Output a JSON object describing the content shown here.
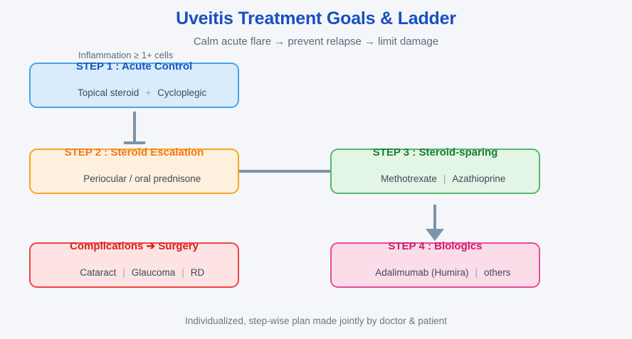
{
  "header": {
    "title": "Uveitis Treatment Goals & Ladder",
    "subtitle": "Calm acute flare → prevent relapse → limit damage"
  },
  "note": {
    "inflammation_label": "Inflammation ≥ 1+ cells"
  },
  "boxes": {
    "step1": {
      "title": "STEP 1 : Acute Control",
      "items": [
        "Topical steroid",
        "Cycloplegic"
      ],
      "separator": "+",
      "fill": "#d9ecfb",
      "border": "#4aa3e8",
      "title_color": "#1558c0"
    },
    "step2": {
      "title": "STEP 2 : Steroid Escalation",
      "items": [
        "Periocular / oral prednisone"
      ],
      "separator": "",
      "fill": "#fdf0dc",
      "border": "#f5a623",
      "title_color": "#f4761b"
    },
    "step3": {
      "title": "STEP 3 : Steroid-sparing",
      "items": [
        "Methotrexate",
        "Azathioprine"
      ],
      "separator": "|",
      "fill": "#e3f5e4",
      "border": "#55b86a",
      "title_color": "#188035"
    },
    "complications": {
      "title": "Complications ➔ Surgery",
      "items": [
        "Cataract",
        "Glaucoma",
        "RD"
      ],
      "separator": "|",
      "fill": "#fde3e3",
      "border": "#ef4444",
      "title_color": "#d91f1f"
    },
    "step4": {
      "title": "STEP 4 : Biologics",
      "items": [
        "Adalimumab (Humira)",
        "others"
      ],
      "separator": "|",
      "fill": "#fbddea",
      "border": "#ec4899",
      "title_color": "#d1176b"
    }
  },
  "connectors": {
    "step1_to_step2": "vertical-blunt-connector",
    "step2_to_step3": "horizontal-connector",
    "step3_to_step4": "down-arrow-connector",
    "color": "#7d93a6"
  },
  "footer": {
    "text": "Individualized, step-wise plan made jointly by doctor & patient"
  },
  "theme": {
    "background": "#f4f6fa",
    "title_color": "#1a4fbf",
    "muted_text": "#5d6b7c"
  }
}
